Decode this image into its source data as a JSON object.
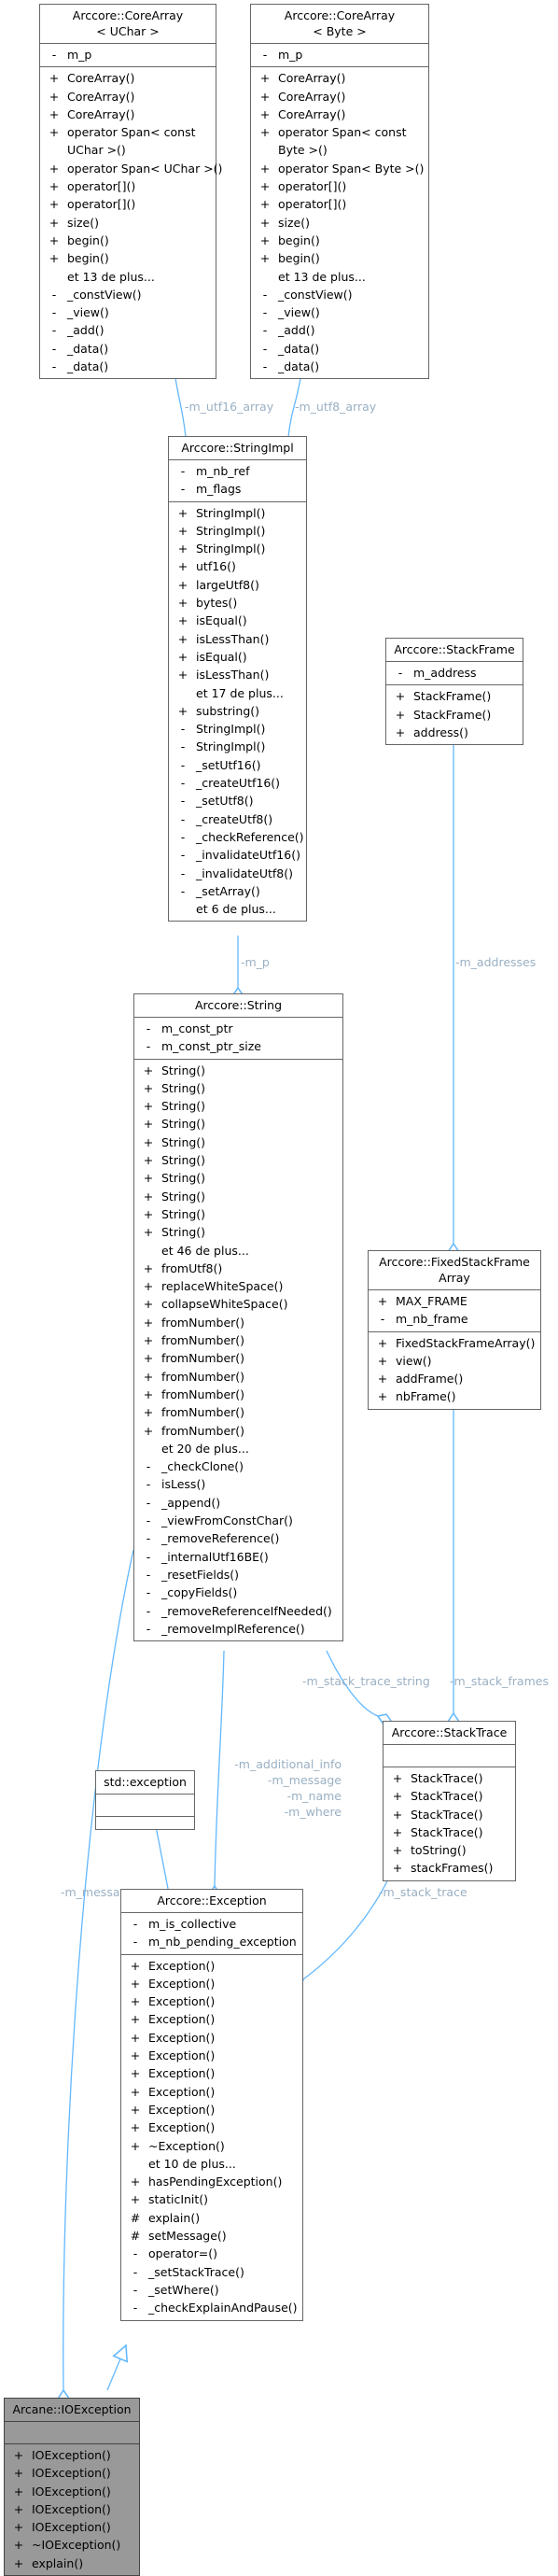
{
  "classes": {
    "corearray_uchar": {
      "title": [
        "Arccore::CoreArray",
        "< UChar >"
      ],
      "attributes": [
        [
          "-",
          "m_p"
        ]
      ],
      "methods": [
        [
          "+",
          "CoreArray()"
        ],
        [
          "+",
          "CoreArray()"
        ],
        [
          "+",
          "CoreArray()"
        ],
        [
          "+",
          "operator Span< const"
        ],
        [
          "",
          "UChar >()"
        ],
        [
          "+",
          "operator Span< UChar >()"
        ],
        [
          "+",
          "operator[]()"
        ],
        [
          "+",
          "operator[]()"
        ],
        [
          "+",
          "size()"
        ],
        [
          "+",
          "begin()"
        ],
        [
          "+",
          "begin()"
        ],
        [
          "",
          "et 13 de plus..."
        ],
        [
          "-",
          "_constView()"
        ],
        [
          "-",
          "_view()"
        ],
        [
          "-",
          "_add()"
        ],
        [
          "-",
          "_data()"
        ],
        [
          "-",
          "_data()"
        ]
      ]
    },
    "corearray_byte": {
      "title": [
        "Arccore::CoreArray",
        "< Byte >"
      ],
      "attributes": [
        [
          "-",
          "m_p"
        ]
      ],
      "methods": [
        [
          "+",
          "CoreArray()"
        ],
        [
          "+",
          "CoreArray()"
        ],
        [
          "+",
          "CoreArray()"
        ],
        [
          "+",
          "operator Span< const"
        ],
        [
          "",
          "Byte >()"
        ],
        [
          "+",
          "operator Span< Byte >()"
        ],
        [
          "+",
          "operator[]()"
        ],
        [
          "+",
          "operator[]()"
        ],
        [
          "+",
          "size()"
        ],
        [
          "+",
          "begin()"
        ],
        [
          "+",
          "begin()"
        ],
        [
          "",
          "et 13 de plus..."
        ],
        [
          "-",
          "_constView()"
        ],
        [
          "-",
          "_view()"
        ],
        [
          "-",
          "_add()"
        ],
        [
          "-",
          "_data()"
        ],
        [
          "-",
          "_data()"
        ]
      ]
    },
    "stringimpl": {
      "title": [
        "Arccore::StringImpl"
      ],
      "attributes": [
        [
          "-",
          "m_nb_ref"
        ],
        [
          "-",
          "m_flags"
        ]
      ],
      "methods": [
        [
          "+",
          "StringImpl()"
        ],
        [
          "+",
          "StringImpl()"
        ],
        [
          "+",
          "StringImpl()"
        ],
        [
          "+",
          "utf16()"
        ],
        [
          "+",
          "largeUtf8()"
        ],
        [
          "+",
          "bytes()"
        ],
        [
          "+",
          "isEqual()"
        ],
        [
          "+",
          "isLessThan()"
        ],
        [
          "+",
          "isEqual()"
        ],
        [
          "+",
          "isLessThan()"
        ],
        [
          "",
          "et 17 de plus..."
        ],
        [
          "+",
          "substring()"
        ],
        [
          "-",
          "StringImpl()"
        ],
        [
          "-",
          "StringImpl()"
        ],
        [
          "-",
          "_setUtf16()"
        ],
        [
          "-",
          "_createUtf16()"
        ],
        [
          "-",
          "_setUtf8()"
        ],
        [
          "-",
          "_createUtf8()"
        ],
        [
          "-",
          "_checkReference()"
        ],
        [
          "-",
          "_invalidateUtf16()"
        ],
        [
          "-",
          "_invalidateUtf8()"
        ],
        [
          "-",
          "_setArray()"
        ],
        [
          "",
          "et 6 de plus..."
        ]
      ]
    },
    "stackframe": {
      "title": [
        "Arccore::StackFrame"
      ],
      "attributes": [
        [
          "-",
          "m_address"
        ]
      ],
      "methods": [
        [
          "+",
          "StackFrame()"
        ],
        [
          "+",
          "StackFrame()"
        ],
        [
          "+",
          "address()"
        ]
      ]
    },
    "string": {
      "title": [
        "Arccore::String"
      ],
      "attributes": [
        [
          "-",
          "m_const_ptr"
        ],
        [
          "-",
          "m_const_ptr_size"
        ]
      ],
      "methods": [
        [
          "+",
          "String()"
        ],
        [
          "+",
          "String()"
        ],
        [
          "+",
          "String()"
        ],
        [
          "+",
          "String()"
        ],
        [
          "+",
          "String()"
        ],
        [
          "+",
          "String()"
        ],
        [
          "+",
          "String()"
        ],
        [
          "+",
          "String()"
        ],
        [
          "+",
          "String()"
        ],
        [
          "+",
          "String()"
        ],
        [
          "",
          "et 46 de plus..."
        ],
        [
          "+",
          "fromUtf8()"
        ],
        [
          "+",
          "replaceWhiteSpace()"
        ],
        [
          "+",
          "collapseWhiteSpace()"
        ],
        [
          "+",
          "fromNumber()"
        ],
        [
          "+",
          "fromNumber()"
        ],
        [
          "+",
          "fromNumber()"
        ],
        [
          "+",
          "fromNumber()"
        ],
        [
          "+",
          "fromNumber()"
        ],
        [
          "+",
          "fromNumber()"
        ],
        [
          "+",
          "fromNumber()"
        ],
        [
          "",
          "et 20 de plus..."
        ],
        [
          "-",
          "_checkClone()"
        ],
        [
          "-",
          "isLess()"
        ],
        [
          "-",
          "_append()"
        ],
        [
          "-",
          "_viewFromConstChar()"
        ],
        [
          "-",
          "_removeReference()"
        ],
        [
          "-",
          "_internalUtf16BE()"
        ],
        [
          "-",
          "_resetFields()"
        ],
        [
          "-",
          "_copyFields()"
        ],
        [
          "-",
          "_removeReferenceIfNeeded()"
        ],
        [
          "-",
          "_removeImplReference()"
        ]
      ]
    },
    "fixedstackframearray": {
      "title": [
        "Arccore::FixedStackFrame",
        "Array"
      ],
      "attributes": [
        [
          "+",
          "MAX_FRAME"
        ],
        [
          "-",
          "m_nb_frame"
        ]
      ],
      "methods": [
        [
          "+",
          "FixedStackFrameArray()"
        ],
        [
          "+",
          "view()"
        ],
        [
          "+",
          "addFrame()"
        ],
        [
          "+",
          "nbFrame()"
        ]
      ]
    },
    "std_exception": {
      "title": [
        "std::exception"
      ],
      "attributes": [],
      "methods": []
    },
    "stacktrace": {
      "title": [
        "Arccore::StackTrace"
      ],
      "attributes": [],
      "methods": [
        [
          "+",
          "StackTrace()"
        ],
        [
          "+",
          "StackTrace()"
        ],
        [
          "+",
          "StackTrace()"
        ],
        [
          "+",
          "StackTrace()"
        ],
        [
          "+",
          "toString()"
        ],
        [
          "+",
          "stackFrames()"
        ]
      ]
    },
    "exception": {
      "title": [
        "Arccore::Exception"
      ],
      "attributes": [
        [
          "-",
          "m_is_collective"
        ],
        [
          "-",
          "m_nb_pending_exception"
        ]
      ],
      "methods": [
        [
          "+",
          "Exception()"
        ],
        [
          "+",
          "Exception()"
        ],
        [
          "+",
          "Exception()"
        ],
        [
          "+",
          "Exception()"
        ],
        [
          "+",
          "Exception()"
        ],
        [
          "+",
          "Exception()"
        ],
        [
          "+",
          "Exception()"
        ],
        [
          "+",
          "Exception()"
        ],
        [
          "+",
          "Exception()"
        ],
        [
          "+",
          "Exception()"
        ],
        [
          "+",
          "~Exception()"
        ],
        [
          "",
          "et 10 de plus..."
        ],
        [
          "+",
          "hasPendingException()"
        ],
        [
          "+",
          "staticInit()"
        ],
        [
          "#",
          "explain()"
        ],
        [
          "#",
          "setMessage()"
        ],
        [
          "-",
          "operator=()"
        ],
        [
          "-",
          "_setStackTrace()"
        ],
        [
          "-",
          "_setWhere()"
        ],
        [
          "-",
          "_checkExplainAndPause()"
        ]
      ]
    },
    "ioexception": {
      "title": [
        "Arcane::IOException"
      ],
      "attributes": [],
      "methods": [
        [
          "+",
          "IOException()"
        ],
        [
          "+",
          "IOException()"
        ],
        [
          "+",
          "IOException()"
        ],
        [
          "+",
          "IOException()"
        ],
        [
          "+",
          "IOException()"
        ],
        [
          "+",
          "~IOException()"
        ],
        [
          "+",
          "explain()"
        ]
      ]
    }
  },
  "edge_labels": {
    "m_utf16_array": "-m_utf16_array",
    "m_utf8_array": "-m_utf8_array",
    "m_p": "-m_p",
    "m_addresses": "-m_addresses",
    "m_stack_trace_string": "-m_stack_trace_string",
    "m_stack_frames": "-m_stack_frames",
    "m_additional_info": [
      "-m_additional_info",
      "-m_message",
      "-m_name",
      "-m_where"
    ],
    "m_stack_trace": "-m_stack_trace",
    "m_message": "-m_message"
  },
  "colors": {
    "edge": "#63b8ff",
    "label": "#9ab0c3",
    "highlight_fill": "#999999"
  }
}
